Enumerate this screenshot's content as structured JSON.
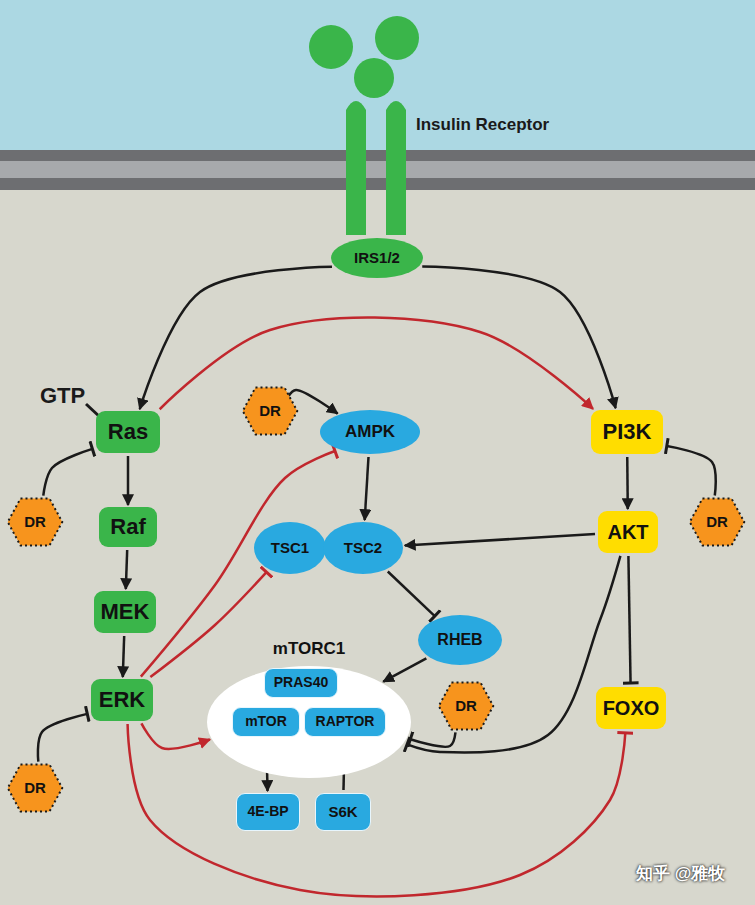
{
  "diagram": {
    "nodes": [
      {
        "text": [
          "IRS1/2"
        ]
      },
      {
        "text": [
          "Ras"
        ]
      },
      {
        "text": [
          "PI3K"
        ]
      },
      {
        "text": [
          "DR"
        ]
      },
      {
        "text": [
          "AMPK"
        ]
      },
      {
        "text": [
          "Raf"
        ]
      },
      {
        "text": [
          "DR"
        ]
      },
      {
        "text": [
          "AKT"
        ]
      },
      {
        "text": [
          "DR"
        ]
      },
      {
        "text": [
          "TSC1"
        ]
      },
      {
        "text": [
          "TSC2"
        ]
      },
      {
        "text": [
          "MEK"
        ]
      },
      {
        "text": [
          "RHEB"
        ]
      },
      {
        "text": [
          "mTORC1"
        ]
      },
      {
        "text": [
          "PRAS40"
        ],
        "in": 13
      },
      {
        "text": [
          "mTOR"
        ],
        "in": 13
      },
      {
        "text": [
          "RAPTOR"
        ],
        "in": 13
      },
      {
        "text": [
          "ERK"
        ]
      },
      {
        "text": [
          "DR"
        ]
      },
      {
        "text": [
          "FOXO"
        ]
      },
      {
        "text": [
          "DR"
        ]
      },
      {
        "text": [
          "4E-BP"
        ]
      },
      {
        "text": [
          "S6K"
        ]
      }
    ],
    "edges": [
      {
        "from": 0,
        "to": 1,
        "arrow": "to"
      },
      {
        "from": 0,
        "to": 2,
        "arrow": "to"
      },
      {
        "from": 1,
        "to": 2,
        "arrow": "to"
      },
      {
        "from": 3,
        "to": 4,
        "arrow": "to"
      },
      {
        "from": 6,
        "to": 1,
        "arrow": "to"
      },
      {
        "from": 1,
        "to": 5,
        "arrow": "to"
      },
      {
        "from": 5,
        "to": 11,
        "arrow": "to"
      },
      {
        "from": 11,
        "to": 17,
        "arrow": "to"
      },
      {
        "from": 20,
        "to": 17,
        "arrow": "to"
      },
      {
        "from": 17,
        "to": 4,
        "arrow": "to"
      },
      {
        "from": 17,
        "to": 9,
        "arrow": "to"
      },
      {
        "from": 17,
        "to": 13,
        "arrow": "to"
      },
      {
        "from": 17,
        "to": 19,
        "arrow": "to"
      },
      {
        "from": 4,
        "to": 10,
        "arrow": "to"
      },
      {
        "from": 2,
        "to": 7,
        "arrow": "to"
      },
      {
        "from": 8,
        "to": 2,
        "arrow": "to"
      },
      {
        "from": 7,
        "to": 10,
        "arrow": "to"
      },
      {
        "from": 10,
        "to": 12,
        "arrow": "to"
      },
      {
        "from": 12,
        "to": 13,
        "arrow": "to"
      },
      {
        "from": 7,
        "to": 19,
        "arrow": "to"
      },
      {
        "from": 7,
        "to": 13,
        "arrow": "to"
      },
      {
        "from": 18,
        "to": 13,
        "arrow": "to"
      },
      {
        "from": 15,
        "to": 21,
        "arrow": "to"
      },
      {
        "from": 22,
        "to": 16,
        "arrow": "to"
      }
    ],
    "labels": [
      "Insulin Receptor",
      "GTP",
      "知乎 @雅牧"
    ]
  }
}
